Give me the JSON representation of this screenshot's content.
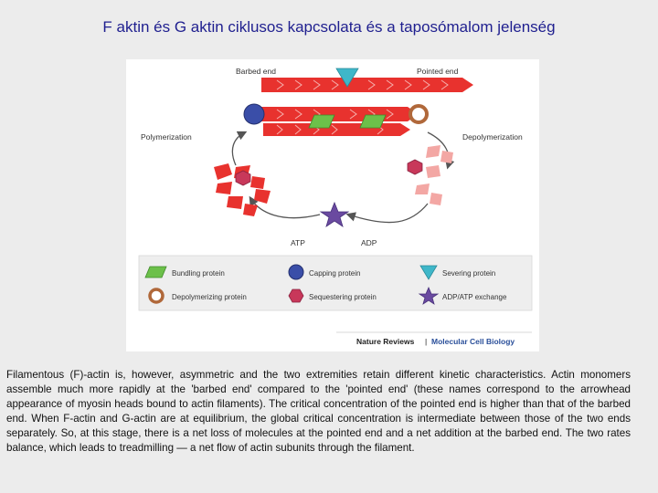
{
  "slide": {
    "title": "F aktin és G aktin ciklusos kapcsolata és a taposómalom jelenség",
    "body": "Filamentous (F)-actin is, however, asymmetric and the two extremities retain different kinetic characteristics. Actin monomers assemble much more rapidly at the 'barbed end' compared to the 'pointed end' (these names correspond to the arrowhead appearance of myosin heads bound to actin filaments). The critical concentration of the pointed end is higher than that of the barbed end. When F-actin and G-actin are at equilibrium, the global critical concentration is intermediate between those of the two ends separately. So, at this stage, there is a net loss of molecules at the pointed end and a net addition at the barbed end. The two rates balance, which leads to treadmilling — a net flow of actin subunits through the filament."
  },
  "diagram": {
    "labels": {
      "barbed_end": "Barbed end",
      "pointed_end": "Pointed end",
      "polymerization": "Polymerization",
      "depolymerization": "Depolymerization",
      "atp": "ATP",
      "adp": "ADP"
    },
    "legend": {
      "bundling": "Bundling protein",
      "capping": "Capping protein",
      "severing": "Severing protein",
      "depolymerizing": "Depolymerizing protein",
      "sequestering": "Sequestering protein",
      "exchange": "ADP/ATP exchange"
    },
    "credit": {
      "journal": "Nature Reviews",
      "separator": "|",
      "subjournal": "Molecular Cell Biology"
    },
    "colors": {
      "filament": "#e8322e",
      "filament_faded": "#f3a7a4",
      "bundling": "#6cc04a",
      "capping": "#3a4ea8",
      "severing": "#3fb7c9",
      "depolymerizing": "#b0683a",
      "sequestering": "#c8385a",
      "exchange": "#6a4aa0",
      "legend_bg": "#eeeeee"
    }
  }
}
